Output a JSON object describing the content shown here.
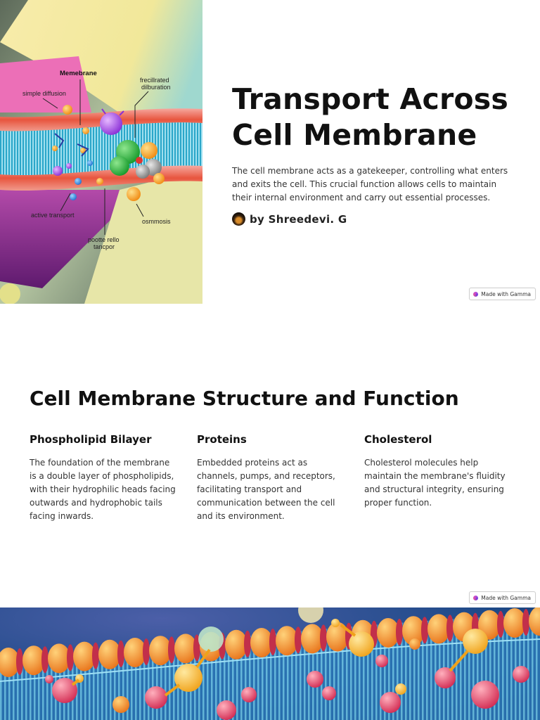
{
  "slide1": {
    "title": "Transport Across Cell Membrane",
    "description": "The cell membrane acts as a gatekeeper, controlling what enters and exits the cell. This crucial function allows cells to maintain their internal environment and carry out essential processes.",
    "author": "by Shreedevi. G",
    "illustration_labels": {
      "membrane": "Memebrane",
      "simple_diffusion": "simple diffusion",
      "facilitated_1": "frecillrated",
      "facilitated_2": "dilburation",
      "active_transport": "active transport",
      "osmosis": "osmmosis",
      "pootte_1": "pootte rello",
      "pootte_2": "tancpor"
    }
  },
  "badge": {
    "label": "Made with Gamma"
  },
  "slide2": {
    "heading": "Cell Membrane Structure and Function",
    "columns": [
      {
        "title": "Phospholipid Bilayer",
        "text": "The foundation of the membrane is a double layer of phospholipids, with their hydrophilic heads facing outwards and hydrophobic tails facing inwards."
      },
      {
        "title": "Proteins",
        "text": "Embedded proteins act as channels, pumps, and receptors, facilitating transport and communication between the cell and its environment."
      },
      {
        "title": "Cholesterol",
        "text": "Cholesterol molecules help maintain the membrane's fluidity and structural integrity, ensuring proper function."
      }
    ]
  },
  "colors": {
    "membrane_red": "#e8553e",
    "membrane_blue": "#3ab6d6",
    "slide3_background": "#1b3f7a",
    "bead_orange": "#f39a2a",
    "molecule_pink": "#e6455f"
  }
}
